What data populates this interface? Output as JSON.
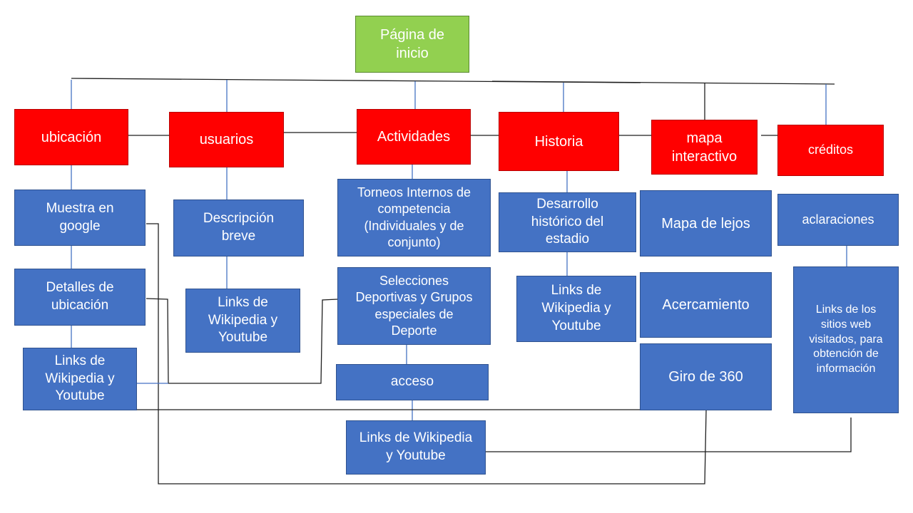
{
  "diagram": {
    "colors": {
      "root": "#92d050",
      "section": "#ff0000",
      "detail": "#4472c4",
      "connector_blue": "#4472c4",
      "connector_dark": "#1f1f1f"
    },
    "root": {
      "label": "Página de\ninicio"
    },
    "sections": {
      "ubicacion": "ubicación",
      "usuarios": "usuarios",
      "actividades": "Actividades",
      "historia": "Historia",
      "mapa": "mapa\ninteractivo",
      "creditos": "créditos"
    },
    "details": {
      "ubicacion": [
        "Muestra en\ngoogle",
        "Detalles de\nubicación",
        "Links de\nWikipedia y\nYoutube"
      ],
      "usuarios": [
        "Descripción\nbreve",
        "Links de\nWikipedia y\nYoutube"
      ],
      "actividades": [
        "Torneos Internos de\ncompetencia\n(Individuales y de\nconjunto)",
        "Selecciones\nDeportivas y Grupos\nespeciales de\nDeporte",
        "acceso",
        "Links de Wikipedia\ny Youtube"
      ],
      "historia": [
        "Desarrollo\nhistórico del\nestadio",
        "Links de\nWikipedia y\nYoutube"
      ],
      "mapa": [
        "Mapa de lejos",
        "Acercamiento",
        "Giro de 360"
      ],
      "creditos": [
        "aclaraciones",
        "Links de los\nsitios web\nvisitados, para\nobtención de\ninformación"
      ]
    }
  }
}
